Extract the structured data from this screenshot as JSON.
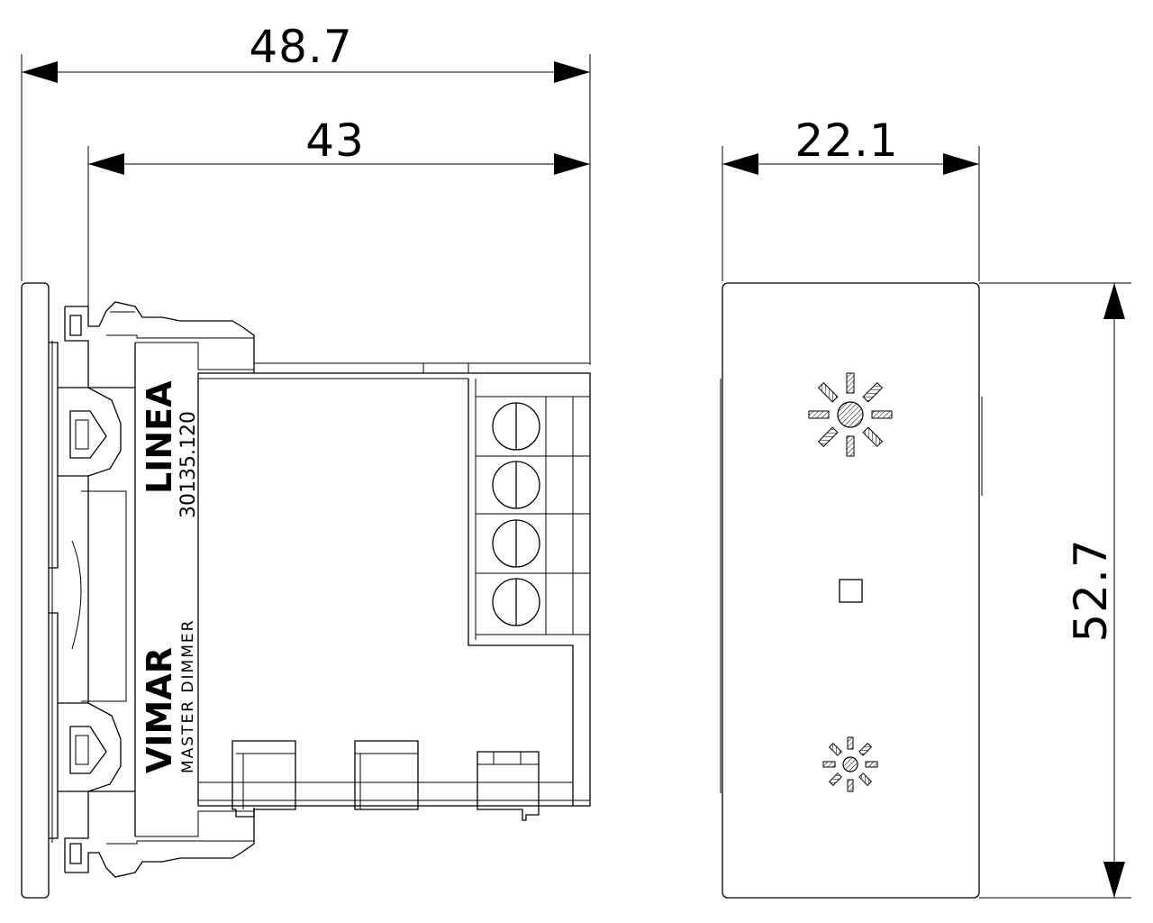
{
  "dimensions": {
    "overall_depth": "48.7",
    "body_depth": "43",
    "front_width": "22.1",
    "front_height": "52.7"
  },
  "labels": {
    "brand_a": "LINEA",
    "code": "30135.120",
    "brand_b": "VIMAR",
    "product": "MASTER DIMMER"
  },
  "icons": {
    "upper_key": "dimmer-brighter-icon",
    "lower_key": "dimmer-dimmer-icon",
    "led": "led-indicator-icon"
  },
  "colors": {
    "line": "#000000",
    "background": "#ffffff"
  }
}
